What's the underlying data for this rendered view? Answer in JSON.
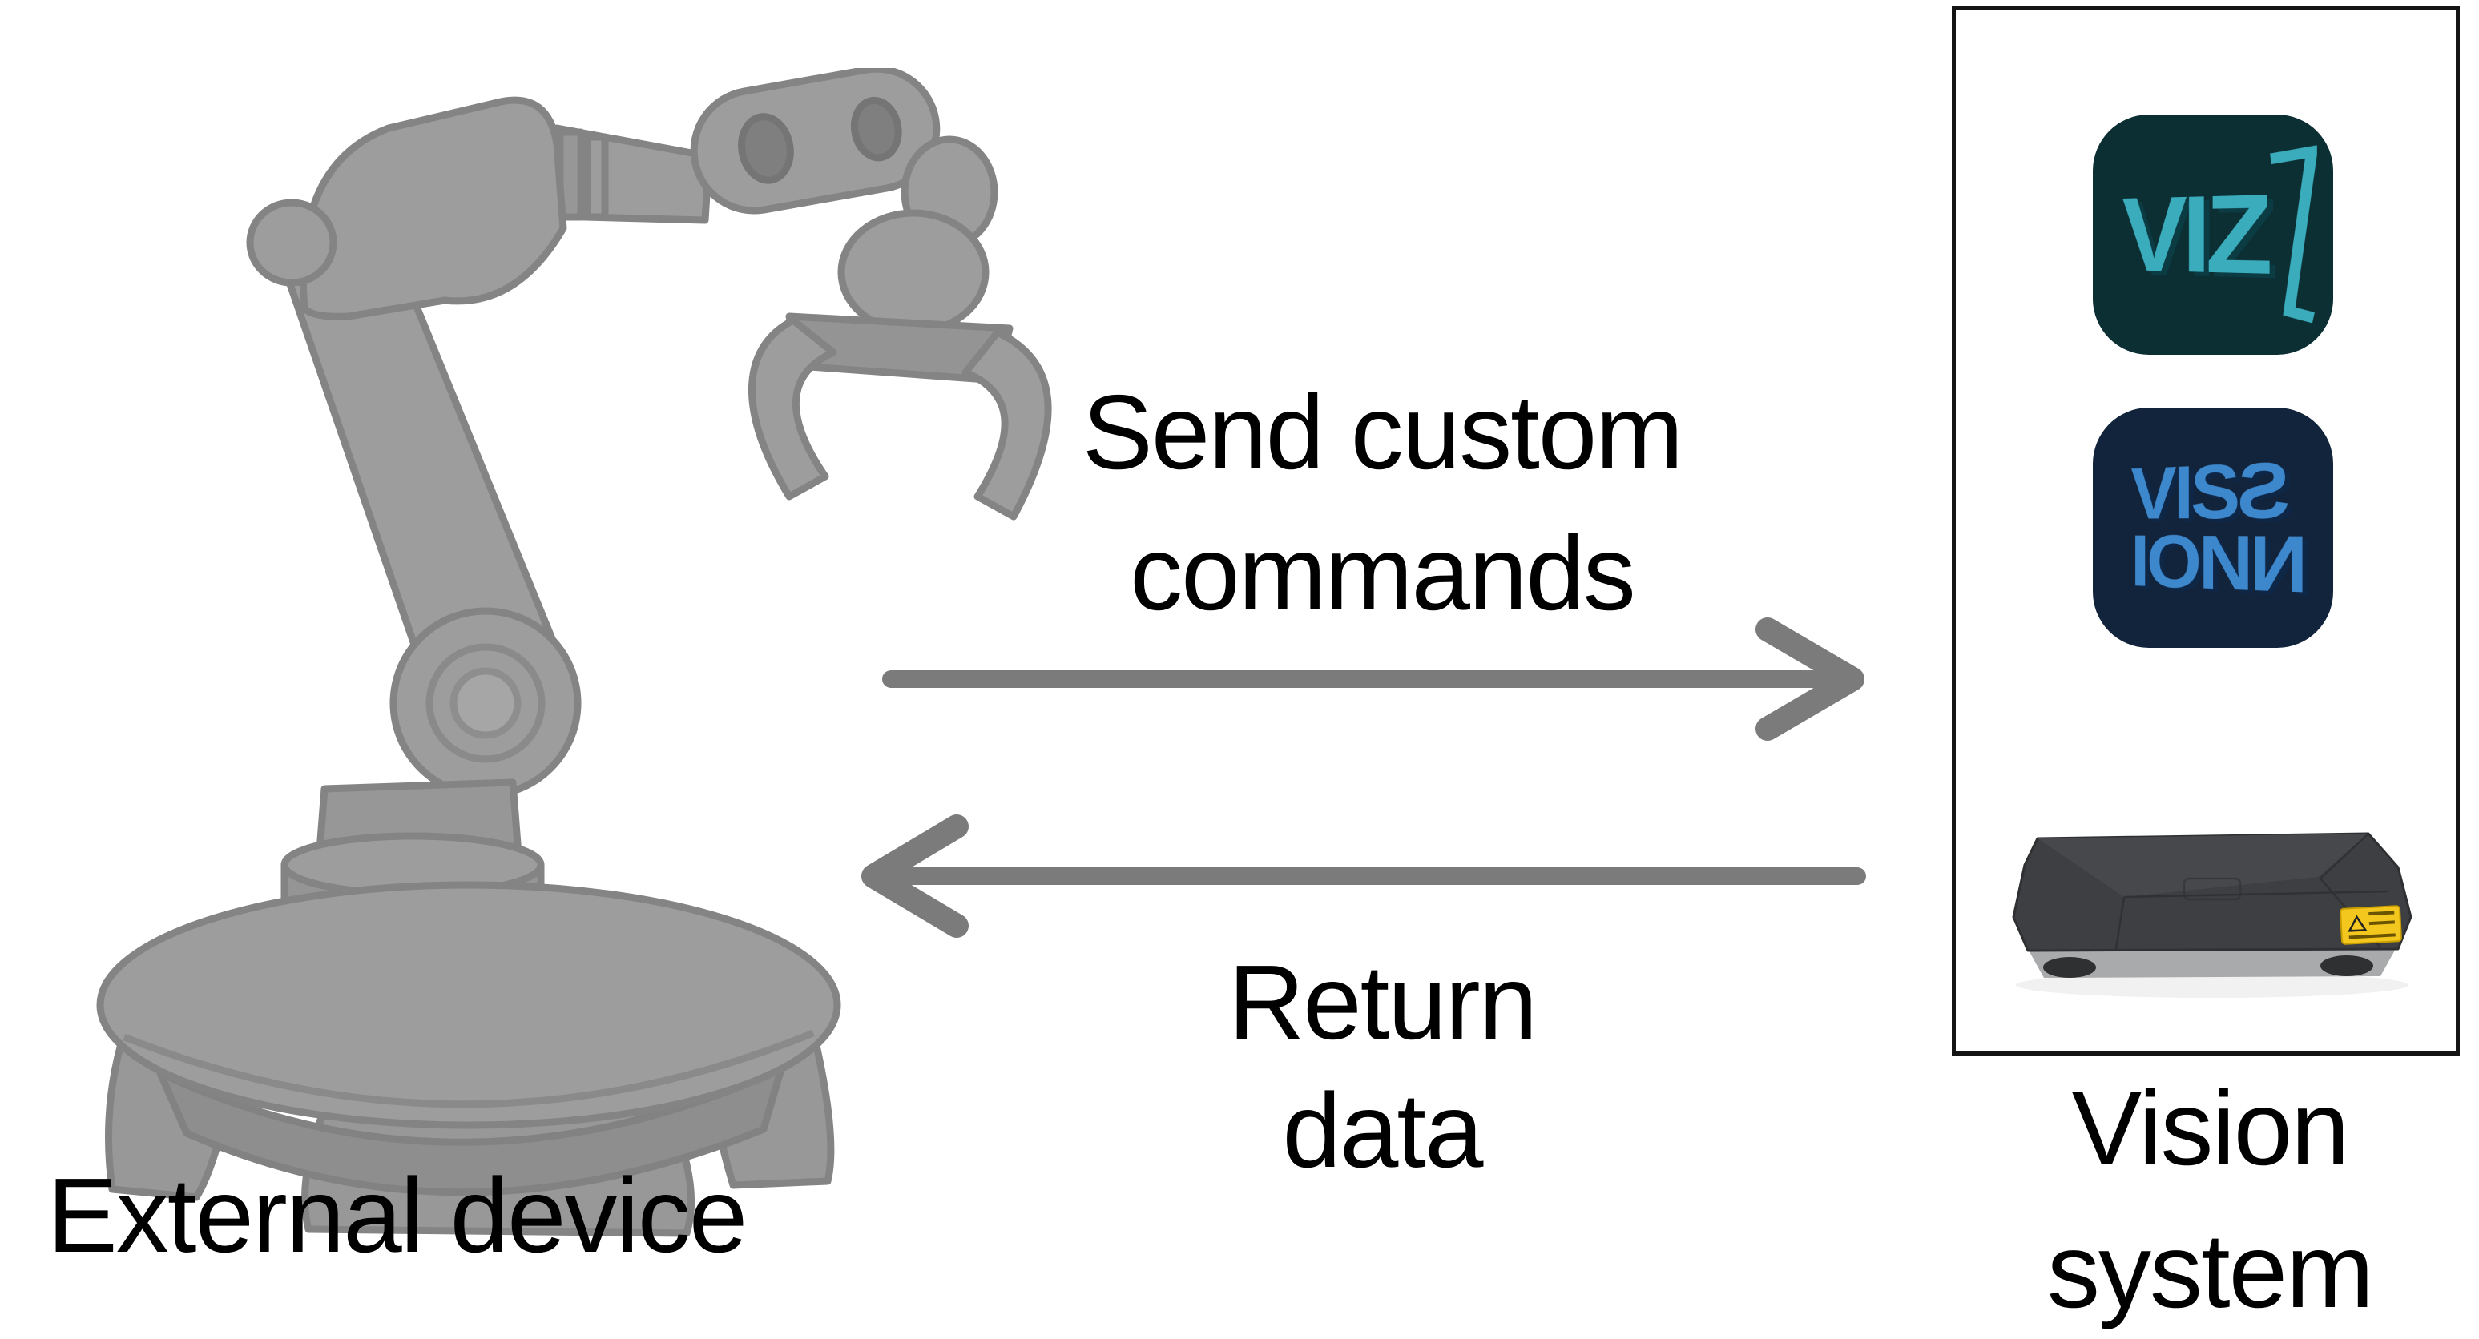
{
  "external_device": {
    "label": "External device",
    "illustration": "gray industrial robot arm with gripper"
  },
  "flows": {
    "send": {
      "line1": "Send custom",
      "line2": "commands",
      "direction": "left-to-right"
    },
    "return": {
      "line1": "Return",
      "line2": "data",
      "direction": "right-to-left"
    }
  },
  "vision_system": {
    "label_line1": "Vision",
    "label_line2": "system",
    "icons": [
      {
        "id": "viz-app",
        "text": "VIZ",
        "background": "#0c2f34",
        "foreground": "#3aacbb"
      },
      {
        "id": "vision-app",
        "line1": "VIS",
        "line1_mirror": "Ƨ",
        "line2": "ION",
        "line2_mirror": "И",
        "background": "#12243c",
        "foreground": "#3d87cc"
      },
      {
        "id": "camera-3d",
        "description": "dark 3D camera with laser warning label",
        "body_color": "#3d3f42",
        "label_color": "#f3c71d"
      }
    ]
  },
  "colors": {
    "arrow": "#7b7b7b",
    "text": "#000000",
    "robot_fill": "#9d9d9d",
    "robot_outline": "#848484",
    "box_border": "#141414"
  }
}
